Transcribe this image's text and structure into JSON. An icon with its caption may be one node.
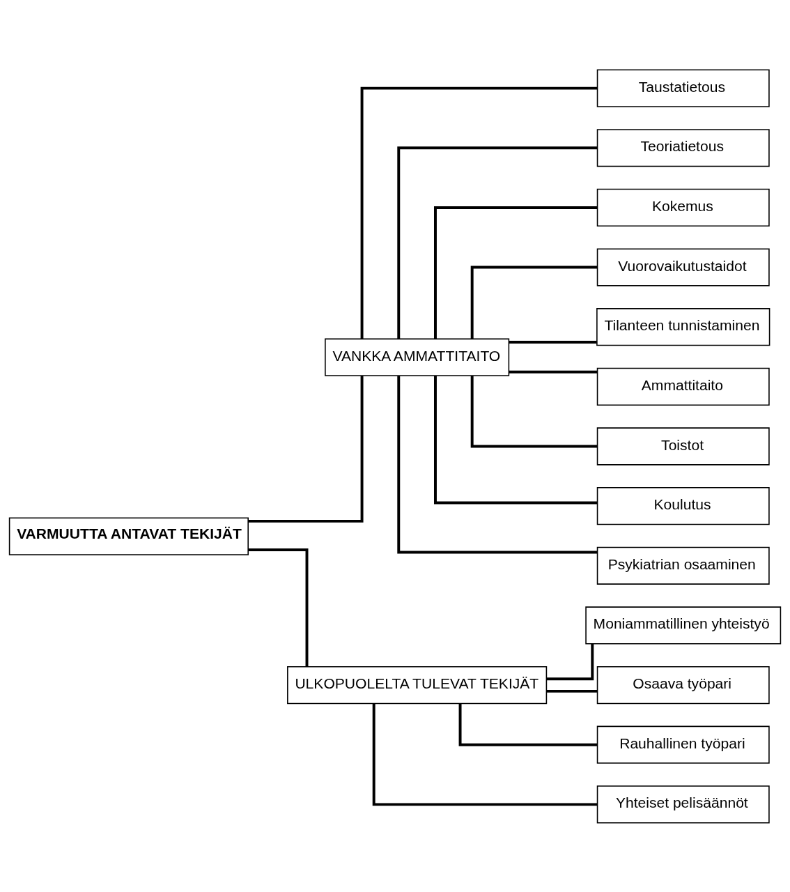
{
  "diagram": {
    "nodes": [
      {
        "text": [
          "VARMUUTTA ANTAVAT TEKIJÄT"
        ]
      },
      {
        "text": [
          "VANKKA AMMATTITAITO"
        ]
      },
      {
        "text": [
          "ULKOPUOLELTA TULEVAT TEKIJÄT"
        ]
      },
      {
        "text": [
          "Taustatietous"
        ]
      },
      {
        "text": [
          "Teoriatietous"
        ]
      },
      {
        "text": [
          "Kokemus"
        ]
      },
      {
        "text": [
          "Vuorovaikutustaidot"
        ]
      },
      {
        "text": [
          "Tilanteen tunnistaminen"
        ]
      },
      {
        "text": [
          "Ammattitaito"
        ]
      },
      {
        "text": [
          "Toistot"
        ]
      },
      {
        "text": [
          "Koulutus"
        ]
      },
      {
        "text": [
          "Psykiatrian osaaminen"
        ]
      },
      {
        "text": [
          "Moniammatillinen yhteistyö"
        ]
      },
      {
        "text": [
          "Osaava työpari"
        ]
      },
      {
        "text": [
          "Rauhallinen työpari"
        ]
      },
      {
        "text": [
          "Yhteiset pelisäännöt"
        ]
      }
    ],
    "edges": [
      {
        "from": 0,
        "to": 1,
        "arrow": "none"
      },
      {
        "from": 0,
        "to": 2,
        "arrow": "none"
      },
      {
        "from": 1,
        "to": 3,
        "arrow": "none"
      },
      {
        "from": 1,
        "to": 4,
        "arrow": "none"
      },
      {
        "from": 1,
        "to": 5,
        "arrow": "none"
      },
      {
        "from": 1,
        "to": 6,
        "arrow": "none"
      },
      {
        "from": 1,
        "to": 7,
        "arrow": "none"
      },
      {
        "from": 1,
        "to": 8,
        "arrow": "none"
      },
      {
        "from": 1,
        "to": 9,
        "arrow": "none"
      },
      {
        "from": 1,
        "to": 10,
        "arrow": "none"
      },
      {
        "from": 1,
        "to": 11,
        "arrow": "none"
      },
      {
        "from": 2,
        "to": 12,
        "arrow": "none"
      },
      {
        "from": 2,
        "to": 13,
        "arrow": "none"
      },
      {
        "from": 2,
        "to": 14,
        "arrow": "none"
      },
      {
        "from": 2,
        "to": 15,
        "arrow": "none"
      }
    ]
  }
}
